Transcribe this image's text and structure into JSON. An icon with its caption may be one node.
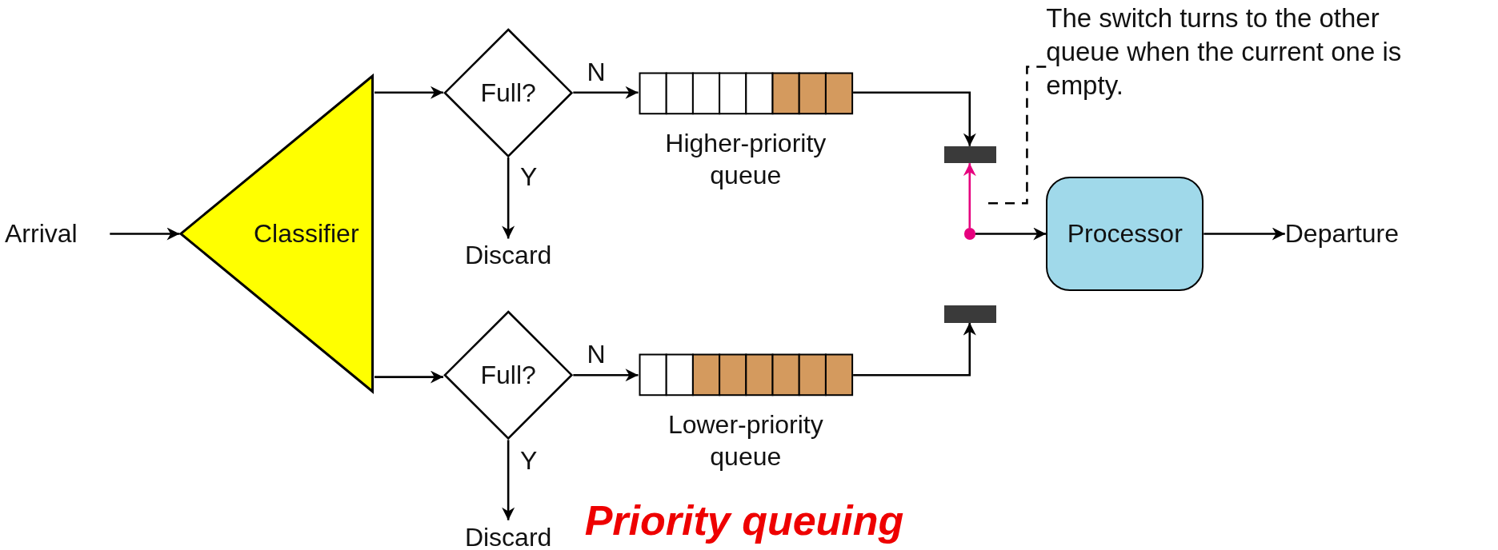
{
  "diagram": {
    "title": "Priority queuing",
    "nodes": [
      {
        "text": [
          "Arrival"
        ]
      },
      {
        "text": [
          "Classifier"
        ]
      },
      {
        "text": [
          "Full?"
        ]
      },
      {
        "text": [
          "Higher-priority queue"
        ]
      },
      {
        "text": [
          "Discard"
        ]
      },
      {
        "text": [
          "Full?"
        ]
      },
      {
        "text": [
          "Lower-priority queue"
        ]
      },
      {
        "text": [
          "Discard"
        ]
      },
      {
        "text": [],
        "shape": "bar"
      },
      {
        "text": [],
        "shape": "bar"
      },
      {
        "text": [],
        "shape": "circle"
      },
      {
        "text": [
          "Processor"
        ]
      },
      {
        "text": [
          "Departure"
        ]
      },
      {
        "text": [
          "The switch turns to the other queue when the current one is empty."
        ]
      }
    ],
    "edges": [
      {
        "from": 0,
        "to": 1,
        "arrow": "to"
      },
      {
        "from": 1,
        "to": 2,
        "arrow": "to"
      },
      {
        "from": 2,
        "to": 3,
        "arrow": "to",
        "label": "N"
      },
      {
        "from": 2,
        "to": 4,
        "arrow": "to",
        "label": "Y"
      },
      {
        "from": 1,
        "to": 5,
        "arrow": "to"
      },
      {
        "from": 5,
        "to": 6,
        "arrow": "to",
        "label": "N"
      },
      {
        "from": 5,
        "to": 7,
        "arrow": "to",
        "label": "Y"
      },
      {
        "from": 3,
        "to": 8,
        "arrow": "to"
      },
      {
        "from": 6,
        "to": 9,
        "arrow": "to"
      },
      {
        "from": 10,
        "to": 8,
        "arrow": "to",
        "color": "#e6007e"
      },
      {
        "from": 10,
        "to": 11,
        "arrow": "to"
      },
      {
        "from": 11,
        "to": 12,
        "arrow": "to"
      },
      {
        "from": 13,
        "to": null,
        "arrow": "none",
        "style": "dashed"
      }
    ]
  }
}
